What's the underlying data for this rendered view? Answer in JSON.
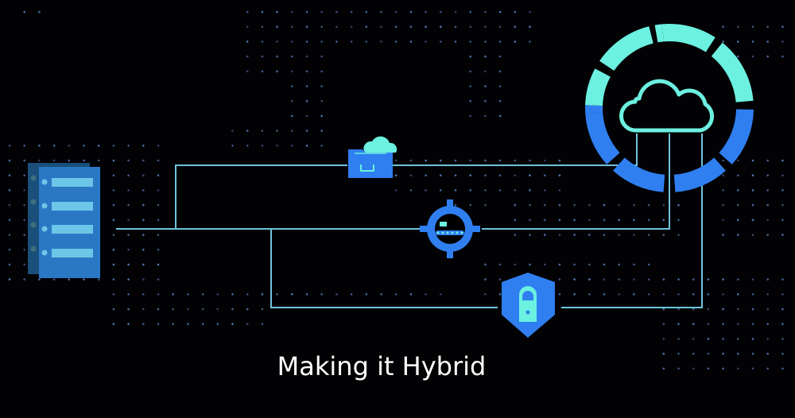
{
  "caption": "Making it Hybrid",
  "colors": {
    "background": "#020205",
    "line": "#6ec3dc",
    "teal": "#6cf0e0",
    "blue": "#2f7ff0",
    "server_front": "#2a78c4",
    "server_back": "#1a4f7a",
    "server_bar": "#6cc6e8",
    "dot": "#5f86c8"
  },
  "nodes": [
    {
      "id": "on-premises-server",
      "icon": "server-stack-icon"
    },
    {
      "id": "cloud-storage",
      "icon": "folder-cloud-icon"
    },
    {
      "id": "data-pipeline",
      "icon": "conveyor-target-icon"
    },
    {
      "id": "security",
      "icon": "shield-lock-icon"
    },
    {
      "id": "cloud",
      "icon": "cloud-ring-icon"
    }
  ]
}
